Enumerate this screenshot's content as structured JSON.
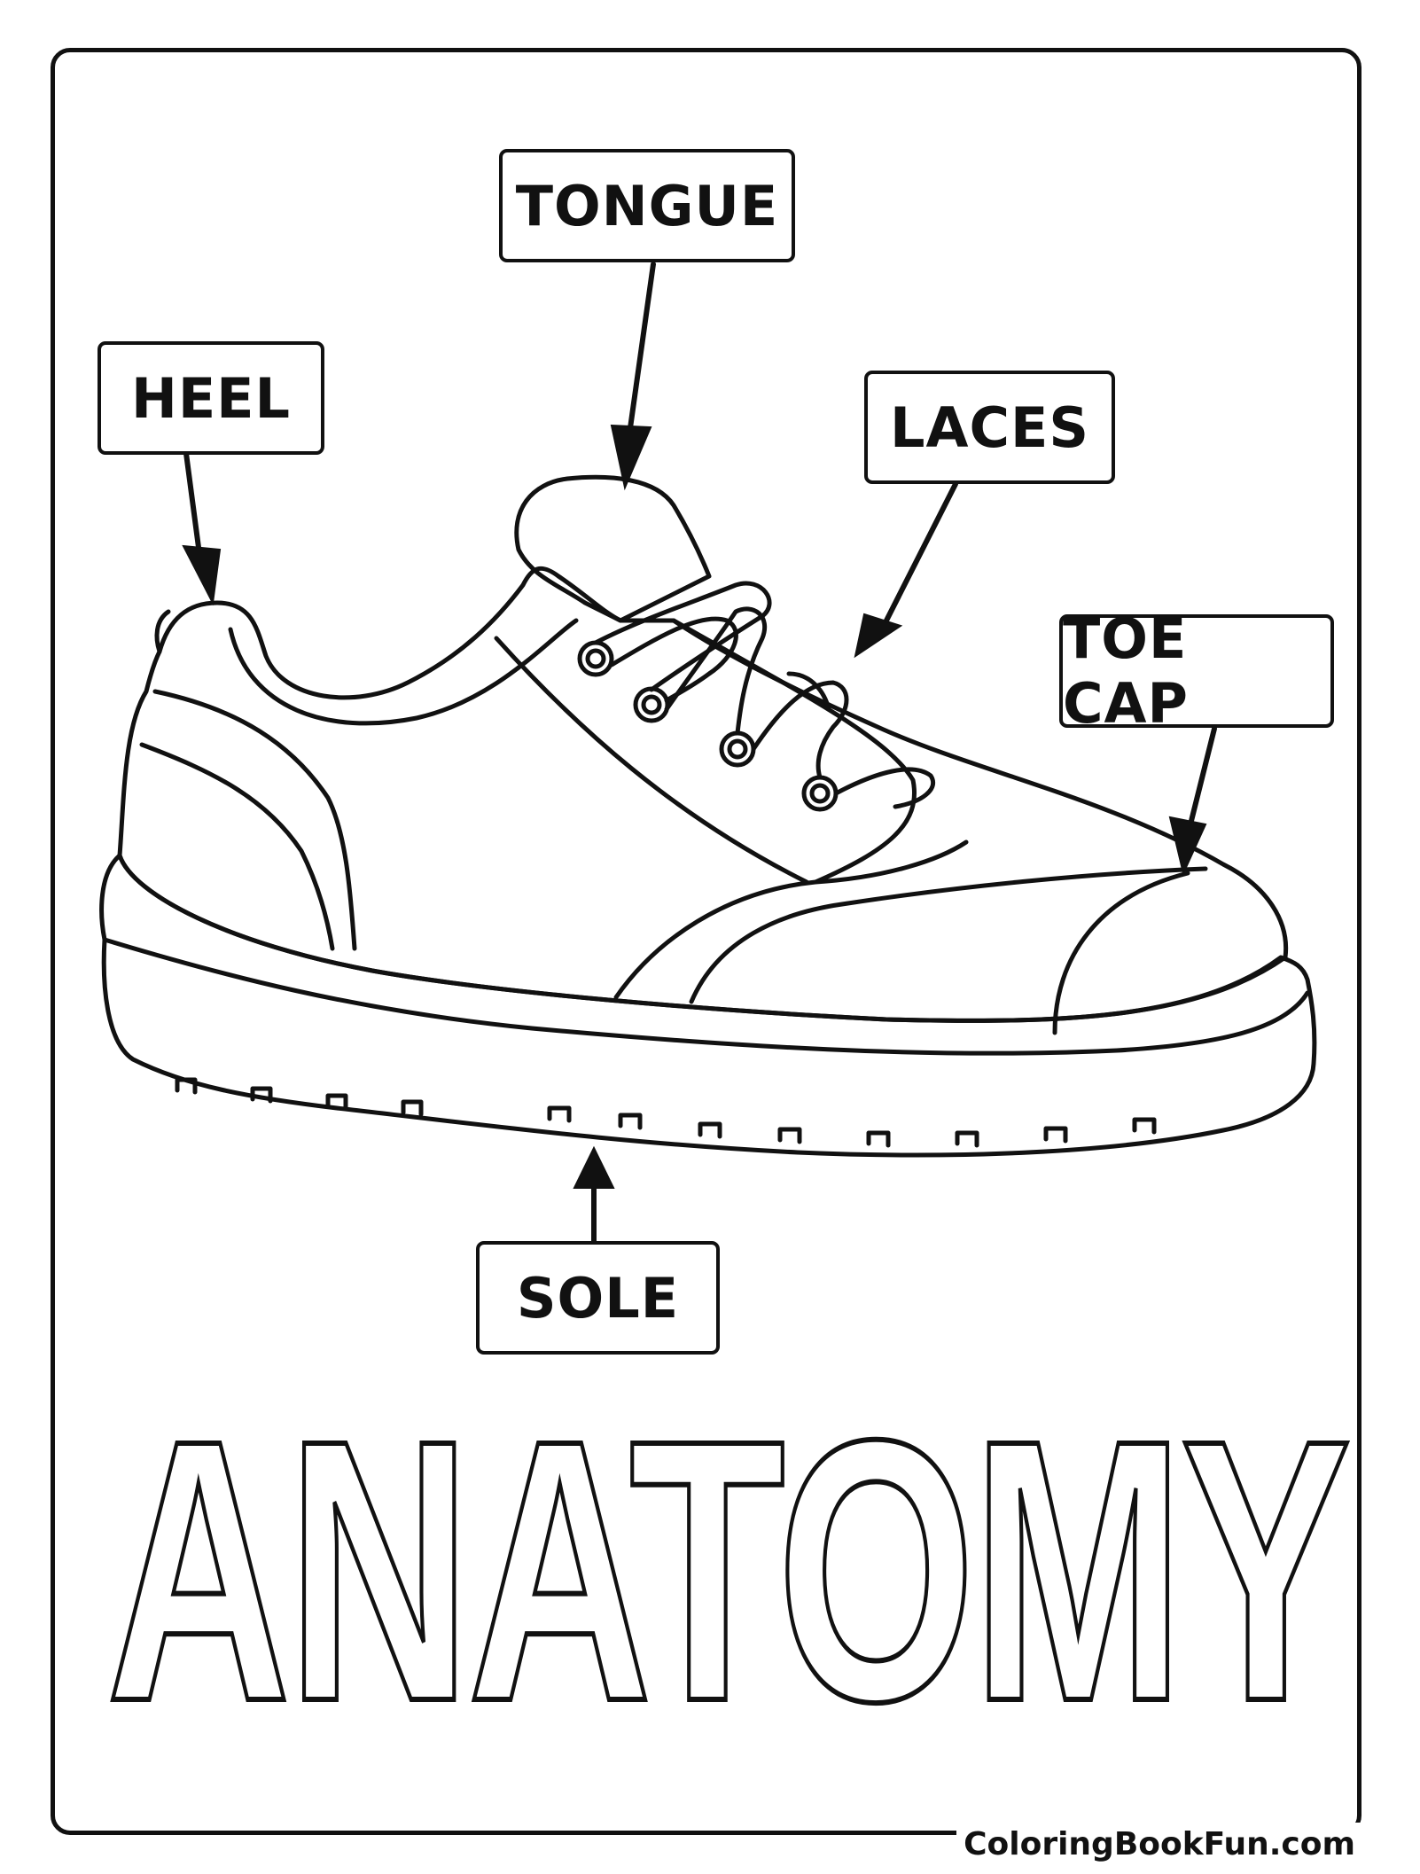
{
  "labels": {
    "tongue": "TONGUE",
    "heel": "HEEL",
    "laces": "LACES",
    "toe_cap": "TOE CAP",
    "sole": "SOLE"
  },
  "title": "ANATOMY",
  "credit": "ColoringBookFun.com"
}
